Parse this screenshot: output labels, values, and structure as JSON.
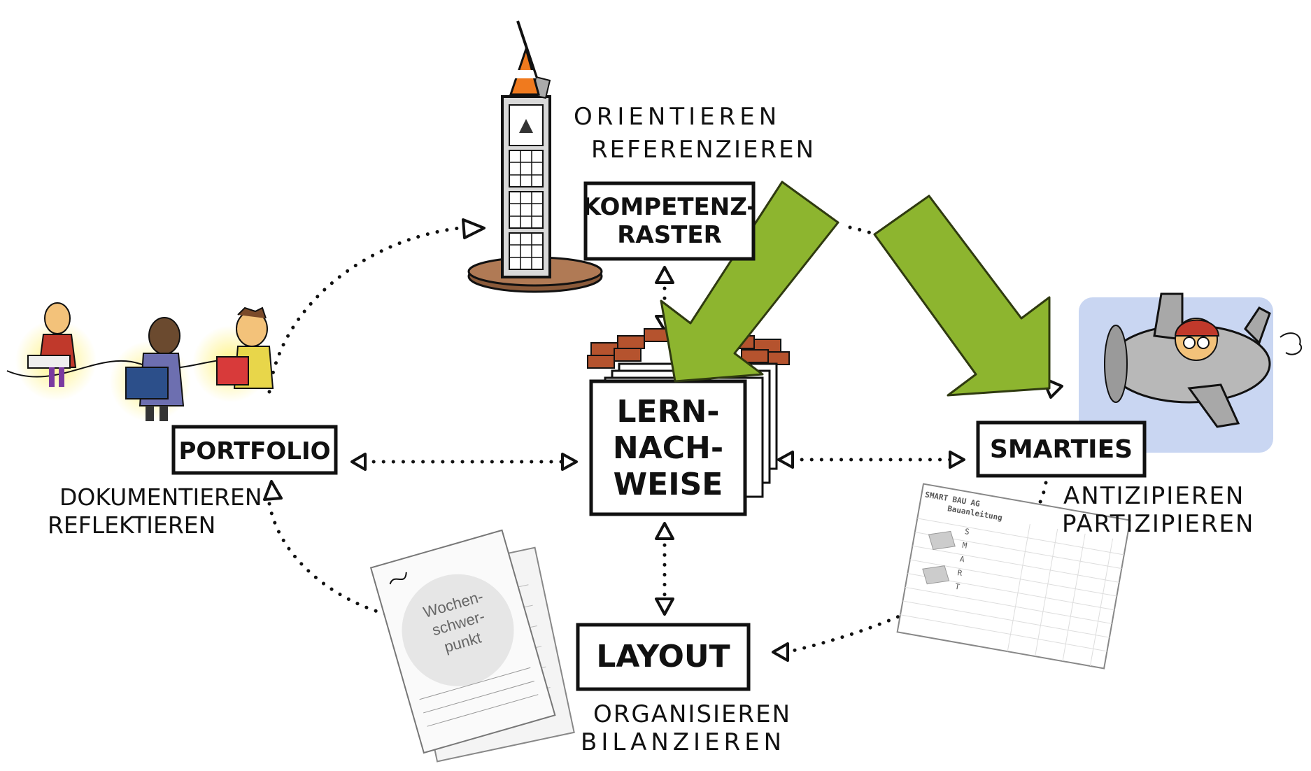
{
  "nodes": {
    "kompetenzraster": {
      "line1": "KOMPETENZ-",
      "line2": "RASTER"
    },
    "lernnachweise": {
      "line1": "LERN-",
      "line2": "NACH-",
      "line3": "WEISE"
    },
    "portfolio": {
      "label": "PORTFOLIO"
    },
    "smarties": {
      "label": "SMARTIES"
    },
    "layout": {
      "label": "LAYOUT"
    }
  },
  "annotations": {
    "kompetenzraster": {
      "line1": "ORIENTIEREN",
      "line2": "REFERENZIEREN"
    },
    "portfolio": {
      "line1": "DOKUMENTIEREN",
      "line2": "REFLEKTIEREN"
    },
    "smarties": {
      "line1": "ANTIZIPIEREN",
      "line2": "PARTIZIPIEREN"
    },
    "layout": {
      "line1": "ORGANISIEREN",
      "line2": "BILANZIEREN"
    }
  },
  "illustrations": {
    "wochenschwerpunkt": {
      "line1": "Wochen-",
      "line2": "schwer-",
      "line3": "punkt"
    },
    "smart_bau": {
      "header": "SMART BAU AG",
      "subheader": "Bauanleitung",
      "letters": [
        "S",
        "M",
        "A",
        "R",
        "T"
      ]
    }
  },
  "colors": {
    "green_arrow": "#8db52f",
    "green_arrow_stroke": "#2f3a10",
    "brick": "#b5532e",
    "cone": "#f07a1e",
    "sky": "#c9d6f2"
  }
}
